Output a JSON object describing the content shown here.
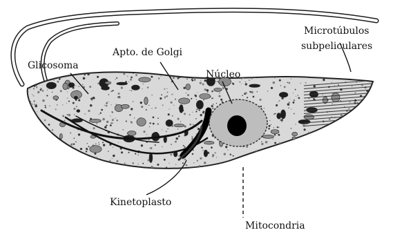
{
  "figure": {
    "labels": {
      "glicosoma": "Glicosoma",
      "golgi": "Apto. de Golgi",
      "nucleo": "Núcleo",
      "microtubulos_line1": "Microtúbulos",
      "microtubulos_line2": "subpeliculares",
      "kinetoplasto": "Kinetoplasto",
      "mitocondria": "Mitocondria"
    },
    "colors": {
      "ink": "#111111",
      "background": "#ffffff"
    }
  }
}
